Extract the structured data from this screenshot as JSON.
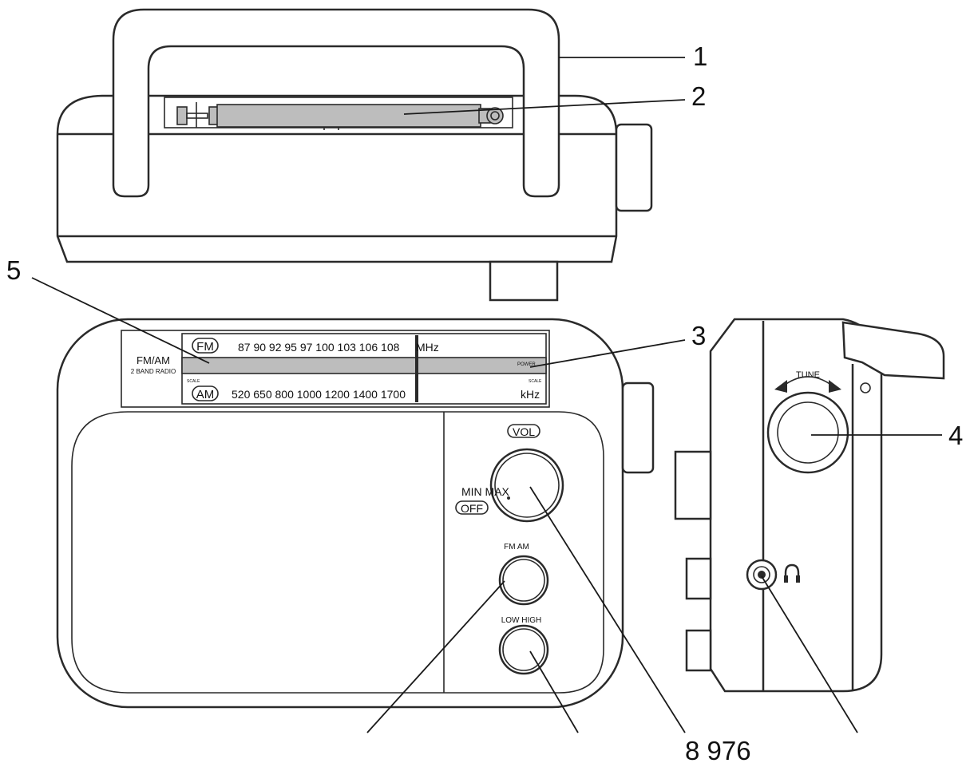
{
  "callouts": {
    "c1": "1",
    "c2": "2",
    "c3": "3",
    "c4": "4",
    "c5": "5",
    "bottom": "8 976"
  },
  "front_panel": {
    "fm_badge": "FM",
    "fm_scale": "87 90 92 95 97 100 103 106 108",
    "fm_unit": "MHz",
    "am_badge": "AM",
    "am_scale": "520 650 800 1000 1200 1400 1700",
    "am_unit": "kHz",
    "band_title": "FM/AM",
    "band_subtitle": "2 BAND RADIO",
    "power_label": "POWER",
    "scale_left": "SCALE",
    "scale_right": "SCALE"
  },
  "controls": {
    "vol_label": "VOL",
    "min_max_label": "MIN MAX",
    "off_label": "OFF",
    "band_switch_label": "FM AM",
    "tone_label": "LOW HIGH"
  },
  "side_panel": {
    "tune_label": "TUNE",
    "headphone_icon": "headphone-icon"
  }
}
